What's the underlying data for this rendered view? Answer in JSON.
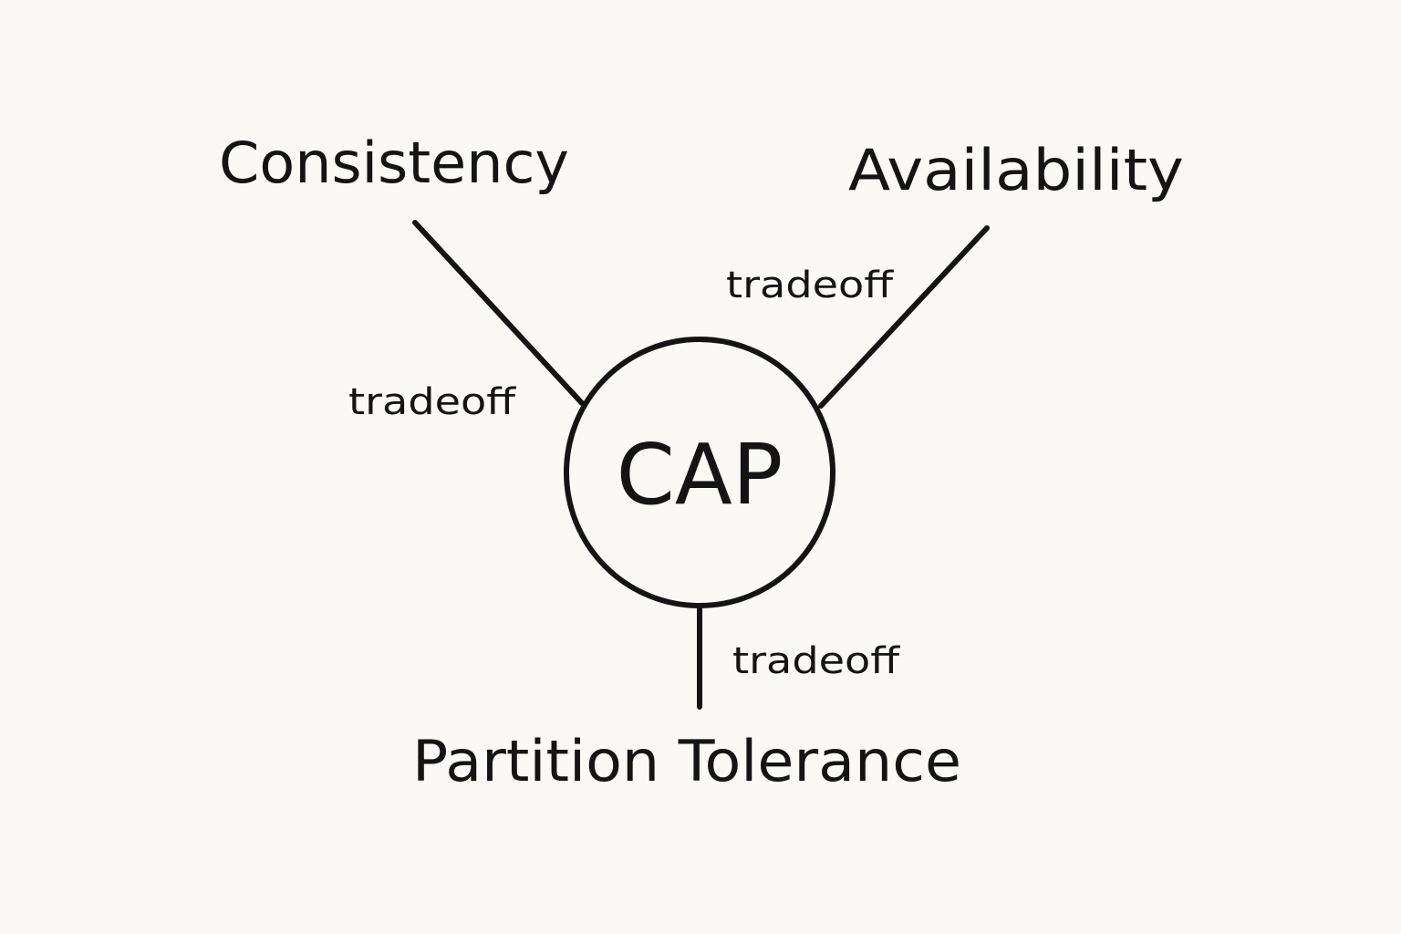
{
  "diagram": {
    "hub": {
      "label": "CAP"
    },
    "nodes": {
      "consistency": "Consistency",
      "availability": "Availability",
      "partition_tolerance": "Partition Tolerance"
    },
    "edges": {
      "consistency": "tradeoff",
      "availability": "tradeoff",
      "partition_tolerance": "tradeoff"
    },
    "colors": {
      "ink": "#141414",
      "background": "#faf9f5"
    }
  }
}
